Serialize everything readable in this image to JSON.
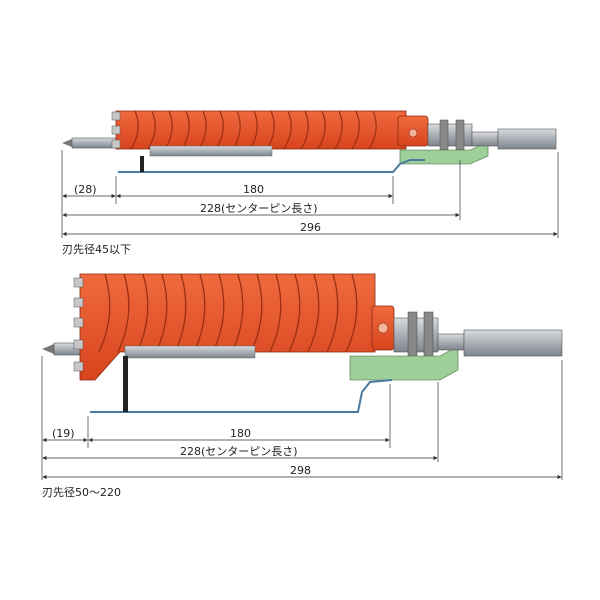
{
  "diagrams": [
    {
      "caption": "刃先径45以下",
      "dims": {
        "center_pin_offset": "(28)",
        "wire_length": "180",
        "center_pin_length": "228(センターピン長さ)",
        "overall_length": "296"
      }
    },
    {
      "caption": "刃先径50～220",
      "dims": {
        "center_pin_offset": "(19)",
        "wire_length": "180",
        "center_pin_length": "228(センターピン長さ)",
        "overall_length": "298"
      }
    }
  ],
  "colors": {
    "bit_body": "#e8502a",
    "bit_dark": "#c0391a",
    "shank_gray": "#9aa0a6",
    "adapter_green": "#8fbf8a",
    "wire_blue": "#5a8ab0",
    "line": "#333333"
  }
}
